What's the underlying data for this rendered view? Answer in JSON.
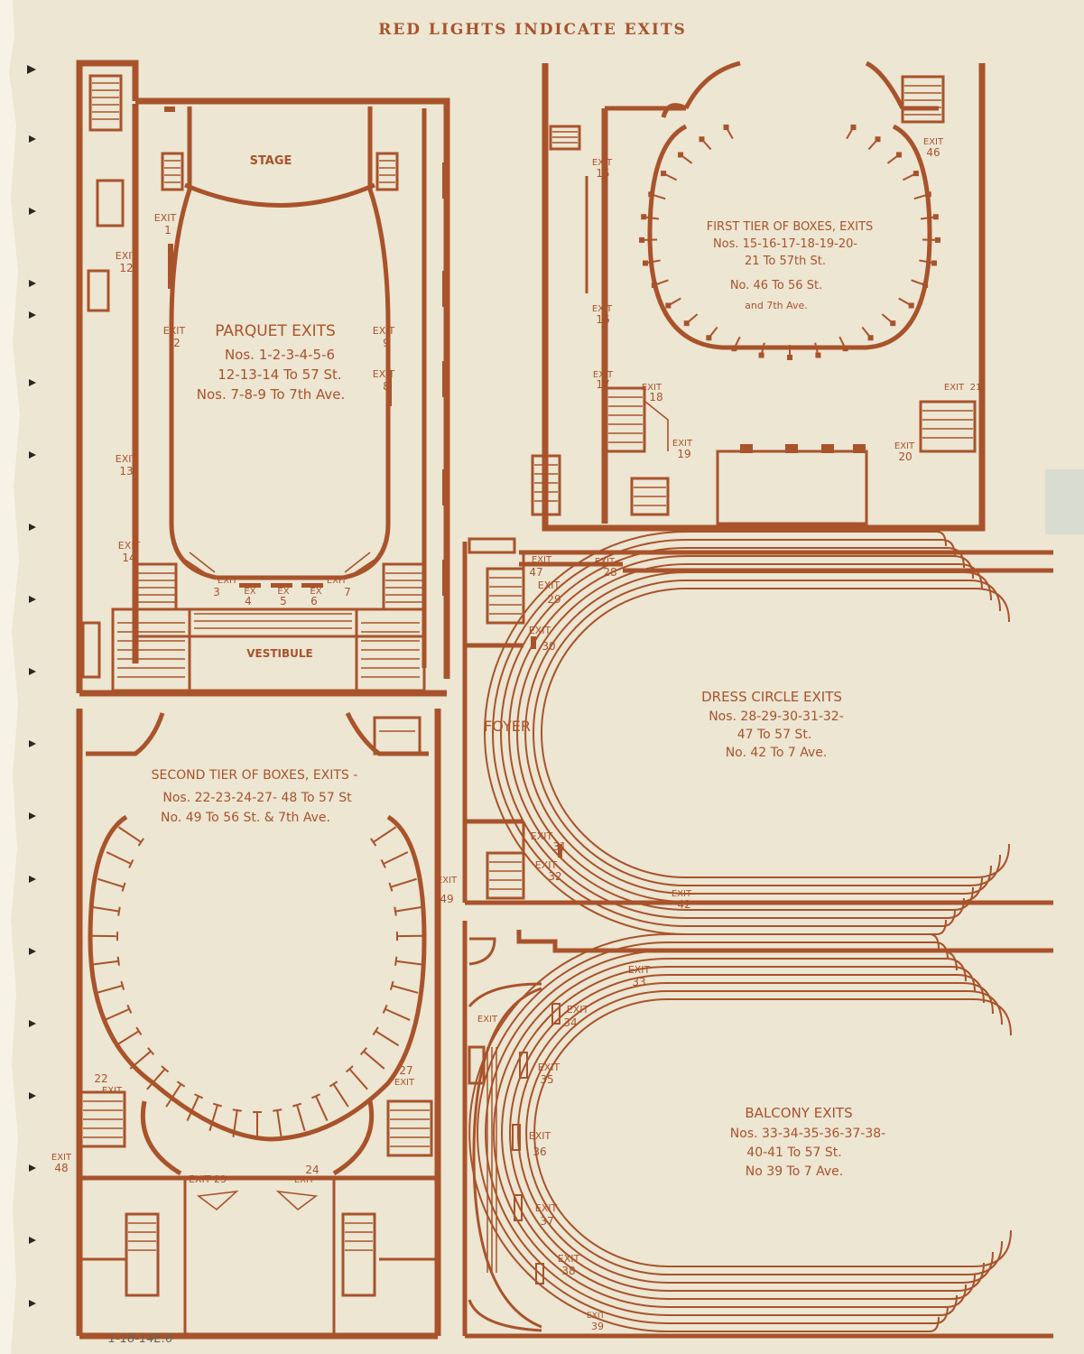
{
  "header": "RED LIGHTS INDICATE EXITS",
  "parquet": {
    "stage": "STAGE",
    "vestibule": "VESTIBULE",
    "title": "PARQUET EXITS",
    "line1": "Nos. 1-2-3-4-5-6",
    "line2": "12-13-14 To 57 St.",
    "line3": "Nos. 7-8-9 To 7th Ave.",
    "exits": {
      "e1": [
        "EXIT",
        "1"
      ],
      "e2": [
        "EXIT",
        "2"
      ],
      "e9": [
        "EXIT",
        "9"
      ],
      "e8": [
        "EXIT",
        "8"
      ],
      "e12": [
        "EXIT",
        "12"
      ],
      "e13": [
        "EXIT",
        "13"
      ],
      "e14": [
        "EXIT",
        "14"
      ],
      "e3": [
        "EXIT",
        "3"
      ],
      "e4": [
        "EX",
        "4"
      ],
      "e5": [
        "EX",
        "5"
      ],
      "e6": [
        "EX",
        "6"
      ],
      "e7": [
        "EXIT",
        "7"
      ]
    }
  },
  "first_tier": {
    "title": "FIRST TIER OF BOXES, EXITS",
    "line1": "Nos. 15-16-17-18-19-20-",
    "line2": "21 To 57th St.",
    "line3": "No. 46 To 56 St.",
    "line4": "and 7th Ave.",
    "exits": {
      "e15": [
        "EXIT",
        "15"
      ],
      "e16": [
        "EXIT",
        "16"
      ],
      "e17": [
        "EXIT",
        "17"
      ],
      "e18": [
        "EXIT",
        "18"
      ],
      "e19": [
        "EXIT",
        "19"
      ],
      "e20": [
        "EXIT",
        "20"
      ],
      "e21": [
        "EXIT",
        "21"
      ],
      "e46": [
        "EXIT",
        "46"
      ]
    }
  },
  "second_tier": {
    "title": "SECOND TIER OF BOXES, EXITS -",
    "line1": "Nos. 22-23-24-27- 48 To 57 St",
    "line2": "No. 49 To 56 St. & 7th Ave.",
    "exits": {
      "e22": [
        "22",
        "EXIT"
      ],
      "e27": [
        "27",
        "EXIT"
      ],
      "e48": [
        "EXIT",
        "48"
      ],
      "e49": [
        "EXIT",
        "49"
      ],
      "e23": "EXIT 23",
      "e24": [
        "24",
        "EXIT"
      ]
    }
  },
  "dress_circle": {
    "foyer": "FOYER",
    "title": "DRESS CIRCLE EXITS",
    "line1": "Nos. 28-29-30-31-32-",
    "line2": "47 To 57 St.",
    "line3": "No. 42 To 7 Ave.",
    "exits": {
      "e47": [
        "EXIT",
        "47"
      ],
      "e28": [
        "EXIT",
        "28"
      ],
      "e29": [
        "EXIT",
        "29"
      ],
      "e30": [
        "EXIT",
        "30"
      ],
      "e31": [
        "EXIT",
        "31"
      ],
      "e32": [
        "EXIT",
        "32"
      ],
      "e42": [
        "EXIT",
        "42"
      ]
    }
  },
  "balcony": {
    "title": "BALCONY EXITS",
    "line1": "Nos. 33-34-35-36-37-38-",
    "line2": "40-41 To 57 St.",
    "line3": "No 39 To 7 Ave.",
    "exits": {
      "e33": [
        "EXIT",
        "33"
      ],
      "eleft": "EXIT",
      "e34": [
        "EXIT",
        "34"
      ],
      "e35": [
        "EXIT",
        "35"
      ],
      "e36": [
        "EXIT",
        "36"
      ],
      "e37": [
        "EXIT",
        "37"
      ],
      "e38": [
        "EXIT",
        "38"
      ],
      "e39": [
        "EXIT",
        "39"
      ]
    }
  },
  "catalog_note": "1-18-14E.6"
}
